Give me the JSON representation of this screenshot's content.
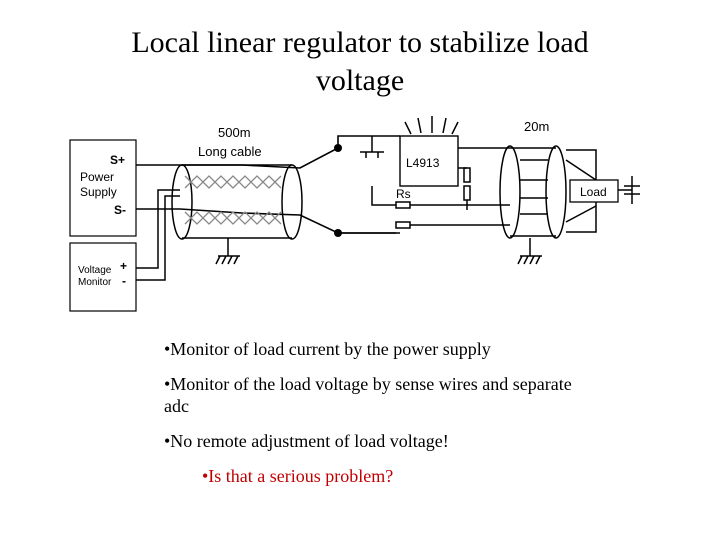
{
  "title": {
    "line1": "Local linear regulator to stabilize load",
    "line2": "voltage"
  },
  "diagram": {
    "cable_length": "500m",
    "cable_name": "Long cable",
    "short_length": "20m",
    "regulator": "L4913",
    "sense_resistor": "Rs",
    "load": "Load",
    "power_supply": {
      "plus": "S+",
      "line1": "Power",
      "line2": "Supply",
      "minus": "S-"
    },
    "voltage_monitor": {
      "line1": "Voltage",
      "line2": "Monitor",
      "plus": "+",
      "minus": "-"
    }
  },
  "bullets": [
    "•Monitor of load current by the power supply",
    "•Monitor of the load voltage by sense wires and separate adc",
    "•No remote adjustment of load voltage!",
    "•Is that a serious problem?"
  ]
}
